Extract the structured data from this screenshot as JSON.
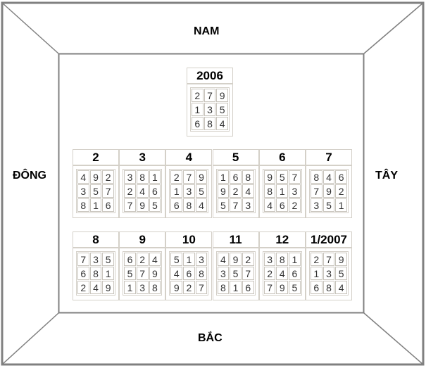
{
  "directions": {
    "south": "NAM",
    "east": "ĐÔNG",
    "west": "TÂY",
    "north": "BẮC"
  },
  "year": {
    "label": "2006",
    "grid": [
      [
        2,
        7,
        9
      ],
      [
        1,
        3,
        5
      ],
      [
        6,
        8,
        4
      ]
    ]
  },
  "row1": [
    {
      "label": "2",
      "grid": [
        [
          4,
          9,
          2
        ],
        [
          3,
          5,
          7
        ],
        [
          8,
          1,
          6
        ]
      ]
    },
    {
      "label": "3",
      "grid": [
        [
          3,
          8,
          1
        ],
        [
          2,
          4,
          6
        ],
        [
          7,
          9,
          5
        ]
      ]
    },
    {
      "label": "4",
      "grid": [
        [
          2,
          7,
          9
        ],
        [
          1,
          3,
          5
        ],
        [
          6,
          8,
          4
        ]
      ]
    },
    {
      "label": "5",
      "grid": [
        [
          1,
          6,
          8
        ],
        [
          9,
          2,
          4
        ],
        [
          5,
          7,
          3
        ]
      ]
    },
    {
      "label": "6",
      "grid": [
        [
          9,
          5,
          7
        ],
        [
          8,
          1,
          3
        ],
        [
          4,
          6,
          2
        ]
      ]
    },
    {
      "label": "7",
      "grid": [
        [
          8,
          4,
          6
        ],
        [
          7,
          9,
          2
        ],
        [
          3,
          5,
          1
        ]
      ]
    }
  ],
  "row2": [
    {
      "label": "8",
      "grid": [
        [
          7,
          3,
          5
        ],
        [
          6,
          8,
          1
        ],
        [
          2,
          4,
          9
        ]
      ]
    },
    {
      "label": "9",
      "grid": [
        [
          6,
          2,
          4
        ],
        [
          5,
          7,
          9
        ],
        [
          1,
          3,
          8
        ]
      ]
    },
    {
      "label": "10",
      "grid": [
        [
          5,
          1,
          3
        ],
        [
          4,
          6,
          8
        ],
        [
          9,
          2,
          7
        ]
      ]
    },
    {
      "label": "11",
      "grid": [
        [
          4,
          9,
          2
        ],
        [
          3,
          5,
          7
        ],
        [
          8,
          1,
          6
        ]
      ]
    },
    {
      "label": "12",
      "grid": [
        [
          3,
          8,
          1
        ],
        [
          2,
          4,
          6
        ],
        [
          7,
          9,
          5
        ]
      ]
    },
    {
      "label": "1/2007",
      "grid": [
        [
          2,
          7,
          9
        ],
        [
          1,
          3,
          5
        ],
        [
          6,
          8,
          4
        ]
      ]
    }
  ]
}
